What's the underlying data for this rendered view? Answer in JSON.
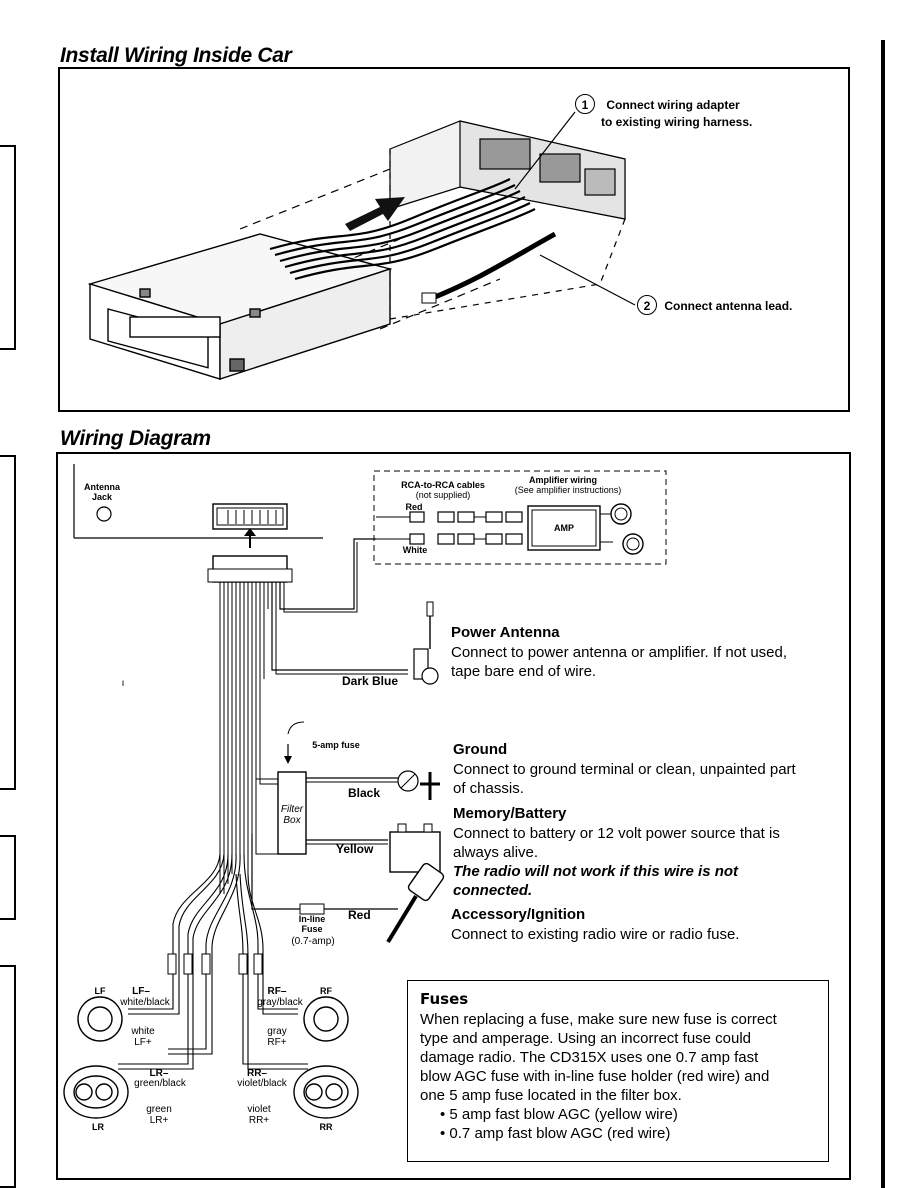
{
  "install": {
    "title": "Install Wiring Inside Car",
    "step1_num": "1",
    "step1_text_a": "Connect wiring adapter",
    "step1_text_b": "to existing wiring harness.",
    "step2_num": "2",
    "step2_text": "Connect antenna lead."
  },
  "wiring": {
    "title": "Wiring Diagram",
    "antenna_jack": "Antenna Jack",
    "rca_cables": "RCA-to-RCA cables",
    "not_supplied": "(not supplied)",
    "amp_wiring": "Amplifier wiring",
    "amp_wiring_note": "(See amplifier instructions)",
    "red": "Red",
    "white": "White",
    "amp": "AMP",
    "dark_blue": "Dark Blue",
    "black": "Black",
    "yellow": "Yellow",
    "red_wire": "Red",
    "five_amp_fuse": "5-amp fuse",
    "filter_box": "Filter Box",
    "inline_fuse": "In-line Fuse",
    "inline_fuse_amp": "(0.7-amp)",
    "stray_mark": "ı"
  },
  "items": {
    "power_antenna_title": "Power Antenna",
    "power_antenna_text_a": "Connect to power antenna or amplifier. If not used,",
    "power_antenna_text_b": "tape bare end of wire.",
    "ground_title": "Ground",
    "ground_text_a": "Connect to ground terminal or clean, unpainted part",
    "ground_text_b": "of chassis.",
    "memory_title": "Memory/Battery",
    "memory_text_a": "Connect to battery or 12 volt power source that is",
    "memory_text_b": "always alive.",
    "memory_warn_a": "The radio will not work if this wire is not",
    "memory_warn_b": "connected.",
    "acc_title": "Accessory/Ignition",
    "acc_text": "Connect to existing radio wire or radio fuse."
  },
  "speakers": {
    "lf": "LF",
    "lf_minus": "LF–",
    "lf_minus_color": "white/black",
    "lf_plus_color": "white",
    "lf_plus": "LF+",
    "rf": "RF",
    "rf_minus": "RF–",
    "rf_minus_color": "gray/black",
    "rf_plus_color": "gray",
    "rf_plus": "RF+",
    "lr": "LR",
    "lr_minus": "LR–",
    "lr_minus_color": "green/black",
    "lr_plus_color": "green",
    "lr_plus": "LR+",
    "rr": "RR",
    "rr_minus": "RR–",
    "rr_minus_color": "violet/black",
    "rr_plus_color": "violet",
    "rr_plus": "RR+"
  },
  "fuses": {
    "title": "Fuses",
    "text_1": "When replacing a fuse, make sure new fuse is correct",
    "text_2": "type and amperage. Using an incorrect fuse could",
    "text_3": "damage radio. The CD315X uses one 0.7 amp fast",
    "text_4": "blow AGC fuse with in-line fuse holder (red wire) and",
    "text_5": "one 5 amp fuse located in the filter box.",
    "bullets": [
      "5 amp fast blow AGC (yellow wire)",
      "0.7 amp fast blow AGC (red wire)"
    ]
  }
}
